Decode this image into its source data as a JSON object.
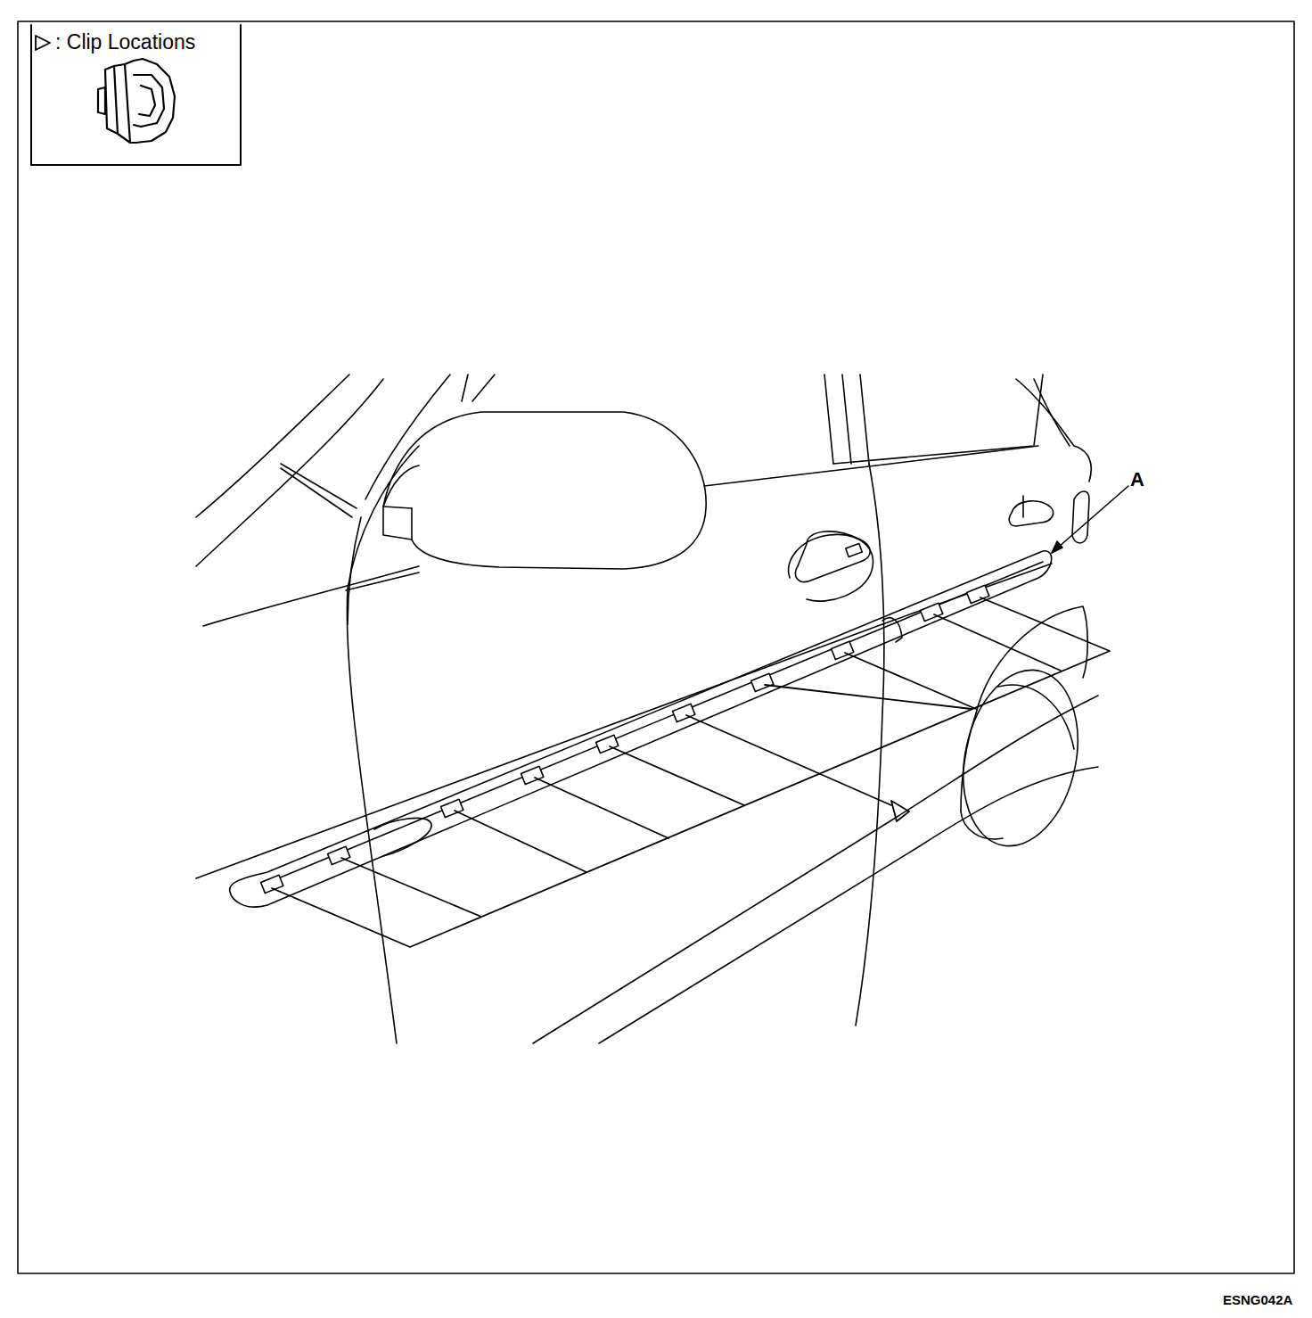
{
  "diagram": {
    "labels": [
      "A",
      "ESNG042A"
    ],
    "legend": [
      {
        "text": ": Clip Locations"
      }
    ]
  }
}
